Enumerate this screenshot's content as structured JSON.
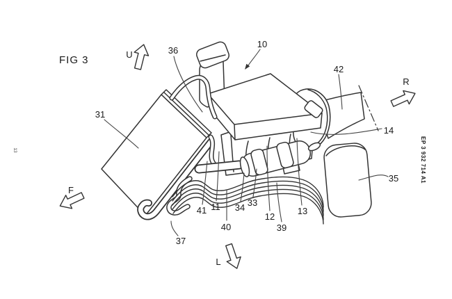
{
  "figure": {
    "title": "FIG 3"
  },
  "patent": {
    "number": "EP 3 932 714 A1",
    "sheet_marking": "13"
  },
  "direction_arrows": {
    "up": "U",
    "right": "R",
    "forward": "F",
    "down": "L"
  },
  "labels": {
    "n10": "10",
    "n11": "11",
    "n12": "12",
    "n13": "13",
    "n14": "14",
    "n31": "31",
    "n33": "33",
    "n34": "34",
    "n35": "35",
    "n36": "36",
    "n37": "37",
    "n39": "39",
    "n40": "40",
    "n41": "41",
    "n42": "42"
  },
  "colors": {
    "background": "#ffffff",
    "line": "#333333",
    "text": "#1a1a1a"
  }
}
